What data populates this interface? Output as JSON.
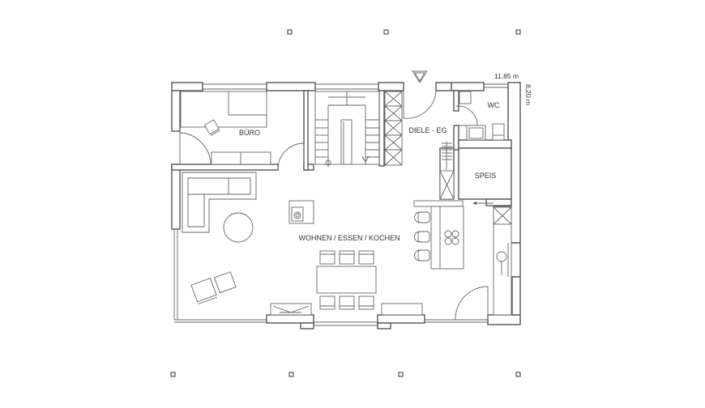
{
  "rooms": {
    "office": "BÜRO",
    "hall": "DIELE - EG",
    "wc": "WC",
    "pantry": "SPEIS",
    "living": "WOHNEN / ESSEN / KOCHEN"
  },
  "dimensions": {
    "width": "11,85 m",
    "depth": "8,20 m"
  }
}
